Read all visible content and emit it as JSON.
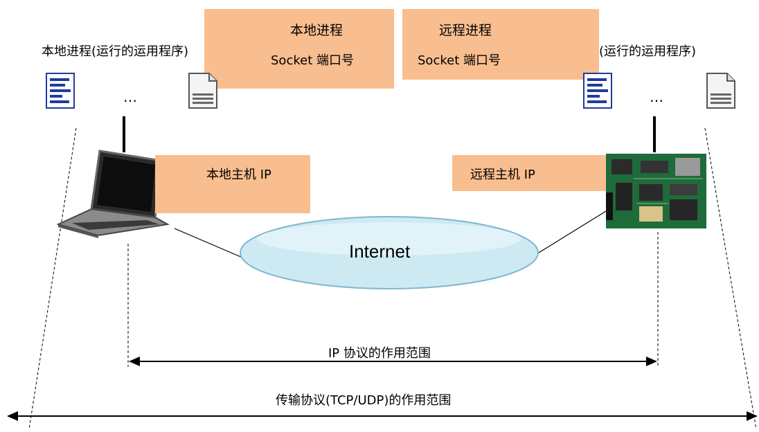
{
  "local": {
    "process_label": "本地进程(运行的运用程序)",
    "box_title": "本地进程",
    "box_socket": "Socket 端口号",
    "host_ip": "本地主机 IP",
    "dots": "…"
  },
  "remote": {
    "process_label": "远程进程(运行的运用程序)",
    "box_title": "远程进程",
    "box_socket": "Socket 端口号",
    "host_ip": "远程主机 IP",
    "dots": "…"
  },
  "network": {
    "cloud_label": "Internet"
  },
  "ranges": {
    "ip_scope": "IP 协议的作用范围",
    "transport_scope": "传输协议(TCP/UDP)的作用范围"
  },
  "colors": {
    "box_fill": "#f9be8f",
    "cloud_fill": "#cdeaf3",
    "cloud_stroke": "#7fb6cf",
    "doc_blue": "#1f3b9e"
  },
  "icons": [
    "document-blue-icon",
    "document-gray-icon",
    "laptop-icon",
    "circuit-board-icon"
  ]
}
